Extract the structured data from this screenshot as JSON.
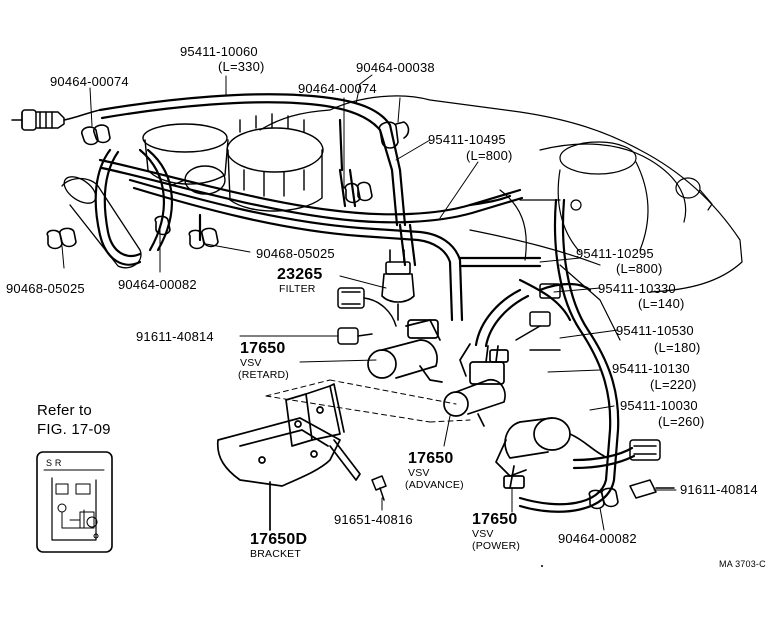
{
  "labels": {
    "p95411_10060": "95411-10060",
    "p95411_10060_len": "(L=330)",
    "p90464_00038": "90464-00038",
    "p90464_00074_a": "90464-00074",
    "p90464_00074_b": "90464-00074",
    "p95411_10495": "95411-10495",
    "p95411_10495_len": "(L=800)",
    "p90468_05025_a": "90468-05025",
    "p90468_05025_b": "90468-05025",
    "p90464_00082_a": "90464-00082",
    "p23265": "23265",
    "p23265_name": "FILTER",
    "p95411_10295": "95411-10295",
    "p95411_10295_len": "(L=800)",
    "p95411_10330": "95411-10330",
    "p95411_10330_len": "(L=140)",
    "p91611_40814_a": "91611-40814",
    "p17650_retard": "17650",
    "p17650_retard_vsv": "VSV",
    "p17650_retard_name": "(RETARD)",
    "p95411_10530": "95411-10530",
    "p95411_10530_len": "(L=180)",
    "p95411_10130": "95411-10130",
    "p95411_10130_len": "(L=220)",
    "p95411_10030": "95411-10030",
    "p95411_10030_len": "(L=260)",
    "ref_line1": "Refer to",
    "ref_line2": "FIG. 17-09",
    "p17650_advance": "17650",
    "p17650_advance_vsv": "VSV",
    "p17650_advance_name": "(ADVANCE)",
    "p91611_40814_b": "91611-40814",
    "p91651_40816": "91651-40816",
    "p17650_power": "17650",
    "p17650_power_vsv": "VSV",
    "p17650_power_name": "(POWER)",
    "p17650d": "17650D",
    "p17650d_name": "BRACKET",
    "p90464_00082_b": "90464-00082",
    "figure_code": "MA  3703-C",
    "inset_mark": "S  R"
  }
}
